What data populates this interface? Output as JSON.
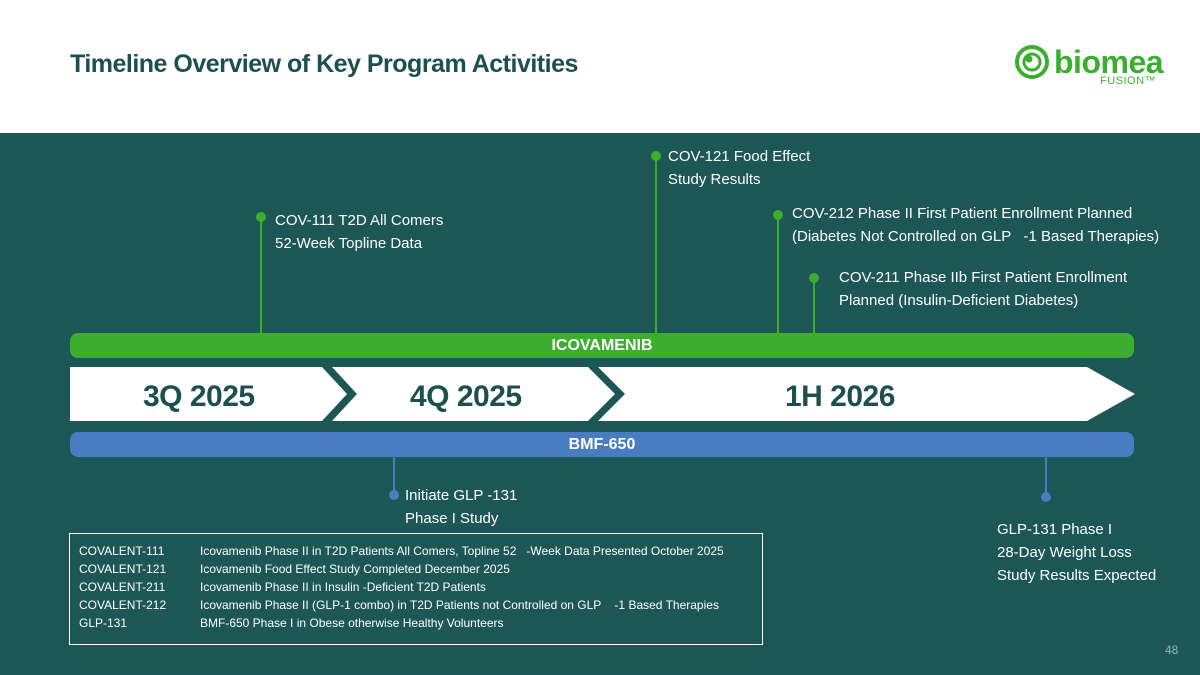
{
  "slide": {
    "title": "Timeline Overview of Key Program Activities",
    "page_number": "48"
  },
  "logo": {
    "word": "biomea",
    "sub": "FUSION™"
  },
  "bars": {
    "top_label": "ICOVAMENIB",
    "bottom_label": "BMF-650"
  },
  "periods": [
    "3Q 2025",
    "4Q 2025",
    "1H 2026"
  ],
  "annotations_top": [
    {
      "line1": "COV-111 T2D All Comers",
      "line2": "52-Week Topline Data"
    },
    {
      "line1": "COV-121 Food Effect",
      "line2": "Study Results"
    },
    {
      "line1": "COV-212 Phase II First Patient Enrollment Planned",
      "line2": "(Diabetes Not Controlled on GLP   -1 Based Therapies)"
    },
    {
      "line1": "COV-211 Phase IIb First Patient Enrollment",
      "line2": "Planned (Insulin-Deficient Diabetes)"
    }
  ],
  "annotations_bottom": [
    {
      "line1": "Initiate GLP -131",
      "line2": "Phase I Study"
    },
    {
      "line1": "GLP-131 Phase I",
      "line2": "28-Day Weight Loss",
      "line3": "Study Results Expected"
    }
  ],
  "legend": [
    {
      "code": "COVALENT-111",
      "desc": "Icovamenib Phase II in T2D Patients All Comers, Topline 52   -Week Data Presented October 2025"
    },
    {
      "code": "COVALENT-121",
      "desc": "Icovamenib Food Effect Study Completed December 2025"
    },
    {
      "code": "COVALENT-211",
      "desc": "Icovamenib Phase II in Insulin -Deficient T2D Patients"
    },
    {
      "code": "COVALENT-212",
      "desc": "Icovamenib Phase II (GLP-1 combo) in T2D Patients not Controlled on GLP    -1 Based Therapies"
    },
    {
      "code": "GLP-131",
      "desc": "BMF-650 Phase I in Obese otherwise Healthy Volunteers"
    }
  ],
  "colors": {
    "panel": "#1c5756",
    "green": "#3cae2f",
    "blue": "#4a7cc1",
    "title": "#1d4f4f"
  }
}
